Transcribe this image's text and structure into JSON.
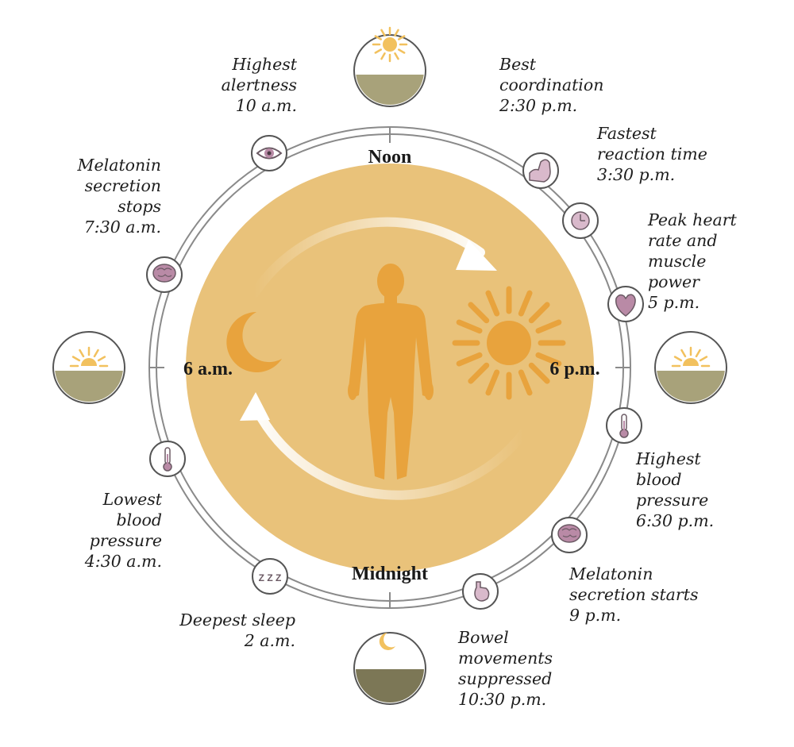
{
  "hours": {
    "noon": "Noon",
    "six_pm": "6 p.m.",
    "midnight": "Midnight",
    "six_am": "6 a.m."
  },
  "events": [
    {
      "id": "highest-alertness",
      "lines": [
        "Highest",
        "alertness",
        "10 a.m."
      ],
      "icon": "eye-icon"
    },
    {
      "id": "best-coordination",
      "lines": [
        "Best",
        "coordination",
        "2:30 p.m."
      ],
      "icon": "sun-high-icon"
    },
    {
      "id": "fastest-reaction",
      "lines": [
        "Fastest",
        "reaction time",
        "3:30 p.m."
      ],
      "icon": "arm-muscle-icon"
    },
    {
      "id": "peak-heart-rate",
      "lines": [
        "Peak heart",
        "rate and",
        "muscle",
        "power",
        "5 p.m."
      ],
      "icon": "heart-icon"
    },
    {
      "id": "highest-blood-pressure",
      "lines": [
        "Highest",
        "blood",
        "pressure",
        "6:30 p.m."
      ],
      "icon": "thermometer-icon"
    },
    {
      "id": "melatonin-starts",
      "lines": [
        "Melatonin",
        "secretion starts",
        "9 p.m."
      ],
      "icon": "brain-icon"
    },
    {
      "id": "bowel-movements",
      "lines": [
        "Bowel",
        "movements",
        "suppressed",
        "10:30 p.m."
      ],
      "icon": "stomach-icon"
    },
    {
      "id": "deepest-sleep",
      "lines": [
        "Deepest sleep",
        "2 a.m."
      ],
      "icon": "zzz-icon"
    },
    {
      "id": "lowest-blood-pressure",
      "lines": [
        "Lowest",
        "blood",
        "pressure",
        "4:30 a.m."
      ],
      "icon": "thermometer-icon"
    },
    {
      "id": "melatonin-stops",
      "lines": [
        "Melatonin",
        "secretion",
        "stops",
        "7:30 a.m."
      ],
      "icon": "brain-icon"
    }
  ],
  "sleep_icon_text": "Z Z Z",
  "colors": {
    "disc": "#e9c27a",
    "body": "#e8a33d",
    "sun_center": "#e8a33d",
    "ground": "#a8a27a",
    "ground_sky_sun": "#f2c15e",
    "ring_stroke": "#8a8a8a",
    "icon_fill": "#b98aa6",
    "icon_light": "#d9b9cb"
  }
}
